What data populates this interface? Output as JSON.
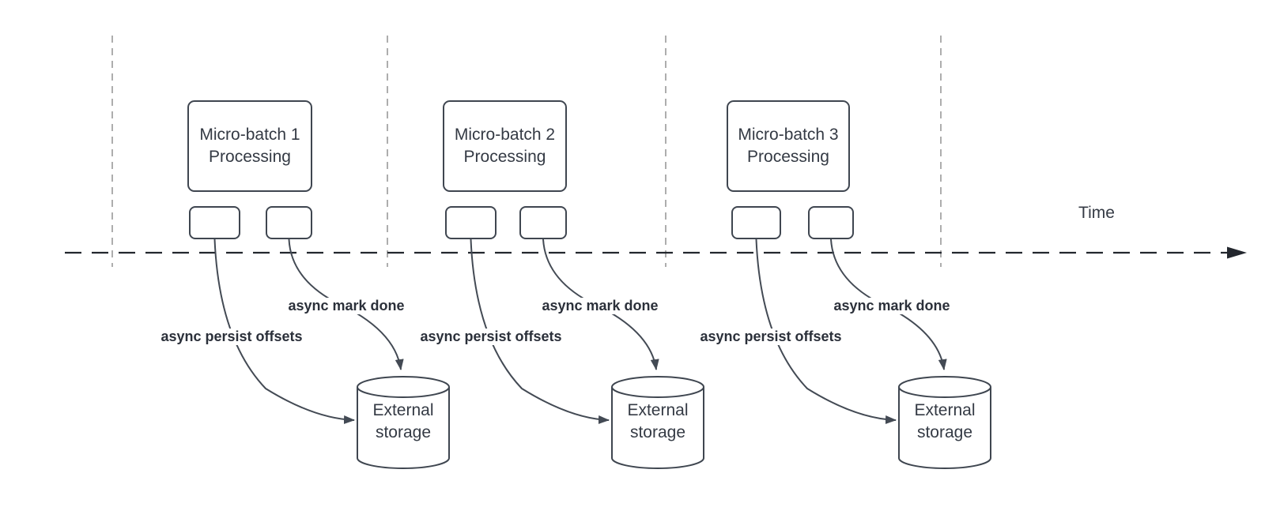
{
  "diagram": {
    "time_label": "Time",
    "batches": [
      {
        "box_label": "Micro-batch 1\nProcessing",
        "persist_label": "async persist offsets",
        "mark_done_label": "async mark done",
        "storage_label": "External\nstorage"
      },
      {
        "box_label": "Micro-batch 2\nProcessing",
        "persist_label": "async persist offsets",
        "mark_done_label": "async mark done",
        "storage_label": "External\nstorage"
      },
      {
        "box_label": "Micro-batch 3\nProcessing",
        "persist_label": "async persist offsets",
        "mark_done_label": "async mark done",
        "storage_label": "External\nstorage"
      }
    ],
    "colors": {
      "background": "#ffffff",
      "node_stroke": "#3f4650",
      "edge_stroke": "#434a54",
      "node_text": "#343a44",
      "edge_label_text": "#2b303a",
      "timeline_stroke": "#23272e",
      "guide_stroke": "#999999"
    }
  }
}
